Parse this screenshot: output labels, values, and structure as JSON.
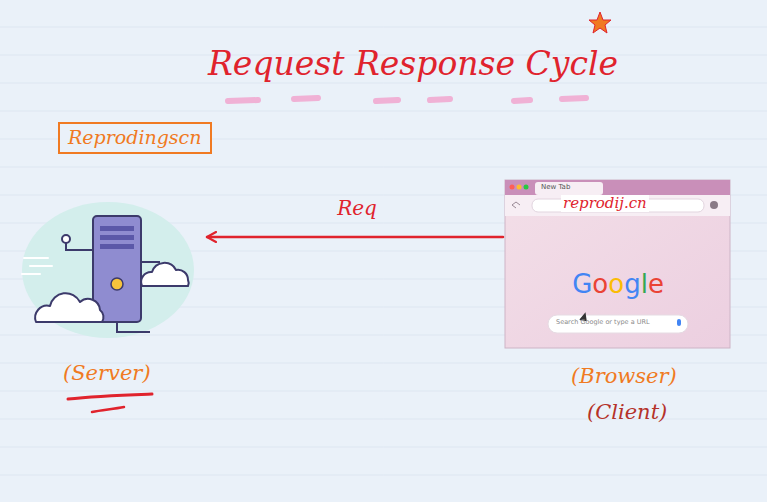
{
  "diagram": {
    "title": "Request Response Cycle",
    "nodes": [
      {
        "text": [
          "Reprodingscn"
        ]
      },
      {
        "text": [
          "(Server)"
        ]
      },
      {
        "text": [
          "reprodij.cn",
          "(Browser)",
          "(Client)"
        ]
      }
    ],
    "edges": [
      {
        "from": 2,
        "to": 1,
        "label": "Req",
        "arrow": "to"
      }
    ],
    "labels": [
      "New Tab",
      "Google",
      "Search Google or type a URL"
    ]
  }
}
